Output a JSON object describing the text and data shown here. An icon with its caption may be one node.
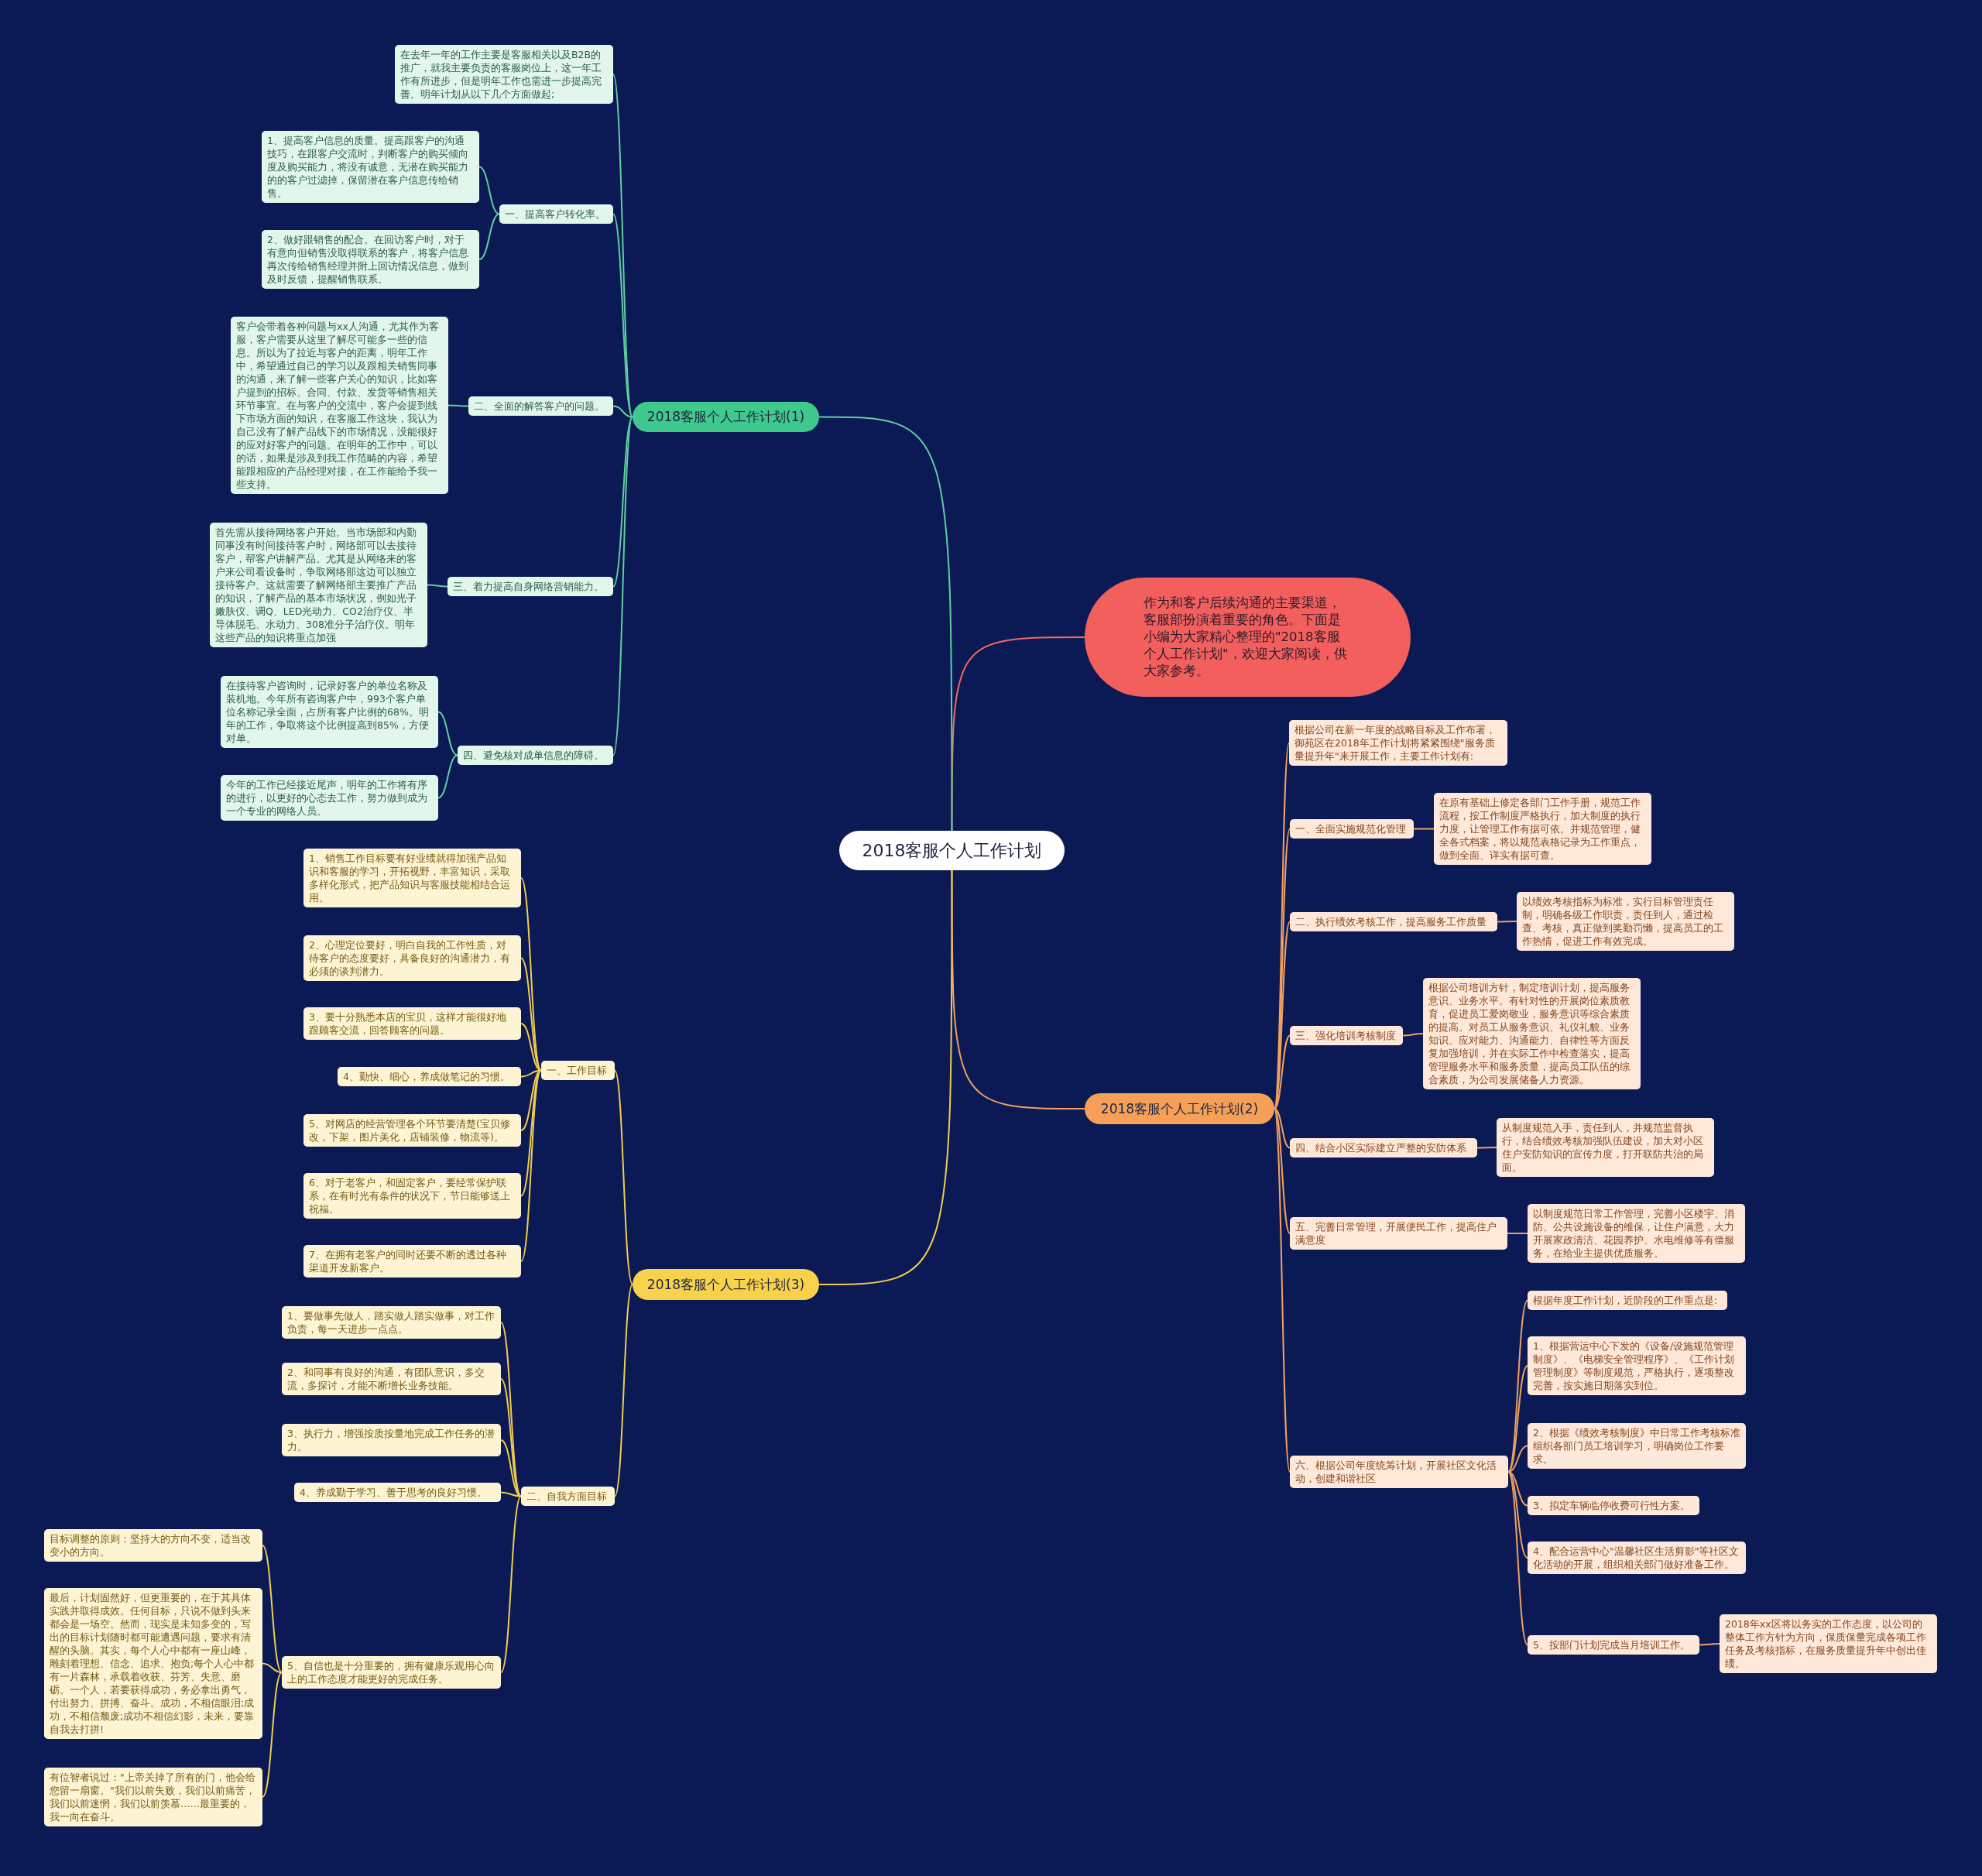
{
  "diagram": {
    "nodes": [
      {
        "text": [
          "2018客服个人工作计划"
        ]
      },
      {
        "text": [
          "作为和客户后续沟通的主要渠道，客服部扮演着重要的角色。下面是小编为大家精心整理的\"2018客服个人工作计划\"，欢迎大家阅读，供大家参考。"
        ]
      },
      {
        "text": [
          "2018客服个人工作计划(1)"
        ]
      },
      {
        "text": [
          "在去年一年的工作主要是客服相关以及B2B的推广，就我主要负责的客服岗位上，这一年工作有所进步，但是明年工作也需进一步提高完善。明年计划从以下几个方面做起;"
        ]
      },
      {
        "text": [
          "一、提高客户转化率。"
        ]
      },
      {
        "text": [
          "1、提高客户信息的质量。提高跟客户的沟通技巧，在跟客户交流时，判断客户的购买倾向度及购买能力，将没有诚意，无潜在购买能力的的客户过滤掉，保留潜在客户信息传给销售。"
        ]
      },
      {
        "text": [
          "2、做好跟销售的配合。在回访客户时，对于有意向但销售没取得联系的客户，将客户信息再次传给销售经理并附上回访情况信息，做到及时反馈，提醒销售联系。"
        ]
      },
      {
        "text": [
          "二、全面的解答客户的问题。"
        ]
      },
      {
        "text": [
          "客户会带着各种问题与xx人沟通，尤其作为客服，客户需要从这里了解尽可能多一些的信息。所以为了拉近与客户的距离，明年工作中，希望通过自己的学习以及跟相关销售同事的沟通，来了解一些客户关心的知识，比如客户提到的招标、合同、付款、发货等销售相关环节事宜。在与客户的交流中，客户会提到线下市场方面的知识，在客服工作这块，我认为自己没有了解产品线下的市场情况，没能很好的应对好客户的问题。在明年的工作中，可以的话，如果是涉及到我工作范畴的内容，希望能跟相应的产品经理对接，在工作能给予我一些支持。"
        ]
      },
      {
        "text": [
          "三、着力提高自身网络营销能力。"
        ]
      },
      {
        "text": [
          "首先需从接待网络客户开始。当市场部和内勤同事没有时间接待客户时，网络部可以去接待客户，帮客户讲解产品。尤其是从网络来的客户来公司看设备时，争取网络部这边可以独立接待客户。这就需要了解网络部主要推广产品的知识，了解产品的基本市场状况，例如光子嫩肤仪、调Q、LED光动力、CO2治疗仪、半导体脱毛、水动力、308准分子治疗仪。明年这些产品的知识将重点加强"
        ]
      },
      {
        "text": [
          "四、避免核对成单信息的障碍。"
        ]
      },
      {
        "text": [
          "在接待客户咨询时，记录好客户的单位名称及装机地。今年所有咨询客户中，993个客户单位名称记录全面，占所有客户比例的68%。明年的工作，争取将这个比例提高到85%，方便对单。"
        ]
      },
      {
        "text": [
          "今年的工作已经接近尾声，明年的工作将有序的进行，以更好的心态去工作，努力做到成为一个专业的网络人员。"
        ]
      },
      {
        "text": [
          "2018客服个人工作计划(2)"
        ]
      },
      {
        "text": [
          "根据公司在新一年度的战略目标及工作布署，御苑区在2018年工作计划将紧紧围绕\"服务质量提升年\"来开展工作，主要工作计划有:"
        ]
      },
      {
        "text": [
          "一、全面实施规范化管理"
        ]
      },
      {
        "text": [
          "在原有基础上修定各部门工作手册，规范工作流程，按工作制度严格执行，加大制度的执行力度，让管理工作有据可依。并规范管理，健全各式档案，将以规范表格记录为工作重点，做到全面、详实有据可查。"
        ]
      },
      {
        "text": [
          "二、执行绩效考核工作，提高服务工作质量"
        ]
      },
      {
        "text": [
          "以绩效考核指标为标准，实行目标管理责任制，明确各级工作职责，责任到人，通过检查、考核，真正做到奖勤罚懒，提高员工的工作热情，促进工作有效完成。"
        ]
      },
      {
        "text": [
          "三、强化培训考核制度"
        ]
      },
      {
        "text": [
          "根据公司培训方针，制定培训计划，提高服务意识、业务水平。有针对性的开展岗位素质教育，促进员工爱岗敬业，服务意识等综合素质的提高。对员工从服务意识、礼仪礼貌、业务知识、应对能力、沟通能力、自律性等方面反复加强培训，并在实际工作中检查落实，提高管理服务水平和服务质量，提高员工队伍的综合素质，为公司发展储备人力资源。"
        ]
      },
      {
        "text": [
          "四、结合小区实际建立严整的安防体系"
        ]
      },
      {
        "text": [
          "从制度规范入手，责任到人，并规范监督执行，结合绩效考核加强队伍建设，加大对小区住户安防知识的宣传力度，打开联防共治的局面。"
        ]
      },
      {
        "text": [
          "五、完善日常管理，开展便民工作，提高住户满意度"
        ]
      },
      {
        "text": [
          "以制度规范日常工作管理，完善小区楼宇、消防、公共设施设备的维保，让住户满意，大力开展家政清洁、花园养护、水电维修等有偿服务，在给业主提供优质服务。"
        ]
      },
      {
        "text": [
          "六、根据公司年度统筹计划，开展社区文化活动，创建和谐社区"
        ]
      },
      {
        "text": [
          "根据年度工作计划，近阶段的工作重点是:"
        ]
      },
      {
        "text": [
          "1、根据营运中心下发的《设备/设施规范管理制度》、《电梯安全管理程序》、《工作计划管理制度》等制度规范，严格执行，逐项整改完善，按实施日期落实到位。"
        ]
      },
      {
        "text": [
          "2、根据《绩效考核制度》中日常工作考核标准组织各部门员工培训学习，明确岗位工作要求。"
        ]
      },
      {
        "text": [
          "3、拟定车辆临停收费可行性方案。"
        ]
      },
      {
        "text": [
          "4、配合运营中心\"温馨社区生活剪影\"等社区文化活动的开展，组织相关部门做好准备工作。"
        ]
      },
      {
        "text": [
          "5、按部门计划完成当月培训工作。"
        ]
      },
      {
        "text": [
          "2018年xx区将以务实的工作态度，以公司的整体工作方针为方向，保质保量完成各项工作任务及考核指标，在服务质量提升年中创出佳绩。"
        ]
      },
      {
        "text": [
          "2018客服个人工作计划(3)"
        ]
      },
      {
        "text": [
          "一、工作目标"
        ]
      },
      {
        "text": [
          "1、销售工作目标要有好业绩就得加强产品知识和客服的学习，开拓视野，丰富知识，采取多样化形式，把产品知识与客服技能相结合运用。"
        ]
      },
      {
        "text": [
          "2、心理定位要好，明白自我的工作性质，对待客户的态度要好，具备良好的沟通潜力，有必须的谈判潜力。"
        ]
      },
      {
        "text": [
          "3、要十分熟悉本店的宝贝，这样才能很好地跟顾客交流，回答顾客的问题。"
        ]
      },
      {
        "text": [
          "4、勤快、细心，养成做笔记的习惯。"
        ]
      },
      {
        "text": [
          "5、对网店的经营管理各个环节要清楚(宝贝修改，下架，图片美化，店铺装修，物流等)。"
        ]
      },
      {
        "text": [
          "6、对于老客户，和固定客户，要经常保护联系，在有时光有条件的状况下，节日能够送上祝福。"
        ]
      },
      {
        "text": [
          "7、在拥有老客户的同时还要不断的透过各种渠道开发新客户。"
        ]
      },
      {
        "text": [
          "二、自我方面目标"
        ]
      },
      {
        "text": [
          "1、要做事先做人，踏实做人踏实做事，对工作负责，每一天进步一点点。"
        ]
      },
      {
        "text": [
          "2、和同事有良好的沟通，有团队意识，多交流，多探讨，才能不断增长业务技能。"
        ]
      },
      {
        "text": [
          "3、执行力，增强按质按量地完成工作任务的潜力。"
        ]
      },
      {
        "text": [
          "4、养成勤于学习、善于思考的良好习惯。"
        ]
      },
      {
        "text": [
          "5、自信也是十分重要的，拥有健康乐观用心向上的工作态度才能更好的完成任务。"
        ]
      },
      {
        "text": [
          "目标调整的原则：坚持大的方向不变，适当改变小的方向。"
        ]
      },
      {
        "text": [
          "最后，计划固然好，但更重要的，在于其具体实践并取得成效。任何目标，只说不做到头来都会是一场空。然而，现实是未知多变的，写出的目标计划随时都可能遭遇问题，要求有清醒的头脑。其实，每个人心中都有一座山峰，雕刻着理想、信念、追求、抱负;每个人心中都有一片森林，承载着收获、芬芳、失意、磨砺。一个人，若要获得成功，务必拿出勇气，付出努力、拼搏、奋斗。成功，不相信眼泪;成功，不相信颓废;成功不相信幻影，未来，要靠自我去打拼!"
        ]
      },
      {
        "text": [
          "有位智者说过：\"上帝关掉了所有的门，他会给您留一扇窗。\"我们以前失败，我们以前痛苦，我们以前迷惘，我们以前羡慕……最重要的，我一向在奋斗。"
        ]
      }
    ],
    "edges": [
      {
        "from": 0,
        "to": 1,
        "arrow": "none",
        "color": "#f06a5e"
      },
      {
        "from": 0,
        "to": 2,
        "arrow": "none",
        "color": "#5fcf9f"
      },
      {
        "from": 2,
        "to": 3,
        "arrow": "none",
        "color": "#5fcf9f"
      },
      {
        "from": 2,
        "to": 4,
        "arrow": "none",
        "color": "#5fcf9f"
      },
      {
        "from": 4,
        "to": 5,
        "arrow": "none",
        "color": "#5fcf9f"
      },
      {
        "from": 4,
        "to": 6,
        "arrow": "none",
        "color": "#5fcf9f"
      },
      {
        "from": 2,
        "to": 7,
        "arrow": "none",
        "color": "#5fcf9f"
      },
      {
        "from": 7,
        "to": 8,
        "arrow": "none",
        "color": "#5fcf9f"
      },
      {
        "from": 2,
        "to": 9,
        "arrow": "none",
        "color": "#5fcf9f"
      },
      {
        "from": 9,
        "to": 10,
        "arrow": "none",
        "color": "#5fcf9f"
      },
      {
        "from": 2,
        "to": 11,
        "arrow": "none",
        "color": "#5fcf9f"
      },
      {
        "from": 11,
        "to": 12,
        "arrow": "none",
        "color": "#5fcf9f"
      },
      {
        "from": 11,
        "to": 13,
        "arrow": "none",
        "color": "#5fcf9f"
      },
      {
        "from": 0,
        "to": 14,
        "arrow": "none",
        "color": "#f0a060"
      },
      {
        "from": 14,
        "to": 15,
        "arrow": "none",
        "color": "#f0a060"
      },
      {
        "from": 14,
        "to": 16,
        "arrow": "none",
        "color": "#f0a060"
      },
      {
        "from": 16,
        "to": 17,
        "arrow": "none",
        "color": "#f0a060"
      },
      {
        "from": 14,
        "to": 18,
        "arrow": "none",
        "color": "#f0a060"
      },
      {
        "from": 18,
        "to": 19,
        "arrow": "none",
        "color": "#f0a060"
      },
      {
        "from": 14,
        "to": 20,
        "arrow": "none",
        "color": "#f0a060"
      },
      {
        "from": 20,
        "to": 21,
        "arrow": "none",
        "color": "#f0a060"
      },
      {
        "from": 14,
        "to": 22,
        "arrow": "none",
        "color": "#f0a060"
      },
      {
        "from": 22,
        "to": 23,
        "arrow": "none",
        "color": "#f0a060"
      },
      {
        "from": 14,
        "to": 24,
        "arrow": "none",
        "color": "#f0a060"
      },
      {
        "from": 24,
        "to": 25,
        "arrow": "none",
        "color": "#f0a060"
      },
      {
        "from": 14,
        "to": 26,
        "arrow": "none",
        "color": "#f0a060"
      },
      {
        "from": 26,
        "to": 27,
        "arrow": "none",
        "color": "#f0a060"
      },
      {
        "from": 26,
        "to": 28,
        "arrow": "none",
        "color": "#f0a060"
      },
      {
        "from": 26,
        "to": 29,
        "arrow": "none",
        "color": "#f0a060"
      },
      {
        "from": 26,
        "to": 30,
        "arrow": "none",
        "color": "#f0a060"
      },
      {
        "from": 26,
        "to": 31,
        "arrow": "none",
        "color": "#f0a060"
      },
      {
        "from": 26,
        "to": 32,
        "arrow": "none",
        "color": "#f0a060"
      },
      {
        "from": 32,
        "to": 33,
        "arrow": "none",
        "color": "#f0a060"
      },
      {
        "from": 0,
        "to": 34,
        "arrow": "none",
        "color": "#f2cc4e"
      },
      {
        "from": 34,
        "to": 35,
        "arrow": "none",
        "color": "#f2cc4e"
      },
      {
        "from": 35,
        "to": 36,
        "arrow": "none",
        "color": "#f2cc4e"
      },
      {
        "from": 35,
        "to": 37,
        "arrow": "none",
        "color": "#f2cc4e"
      },
      {
        "from": 35,
        "to": 38,
        "arrow": "none",
        "color": "#f2cc4e"
      },
      {
        "from": 35,
        "to": 39,
        "arrow": "none",
        "color": "#f2cc4e"
      },
      {
        "from": 35,
        "to": 40,
        "arrow": "none",
        "color": "#f2cc4e"
      },
      {
        "from": 35,
        "to": 41,
        "arrow": "none",
        "color": "#f2cc4e"
      },
      {
        "from": 35,
        "to": 42,
        "arrow": "none",
        "color": "#f2cc4e"
      },
      {
        "from": 34,
        "to": 43,
        "arrow": "none",
        "color": "#f2cc4e"
      },
      {
        "from": 43,
        "to": 44,
        "arrow": "none",
        "color": "#f2cc4e"
      },
      {
        "from": 43,
        "to": 45,
        "arrow": "none",
        "color": "#f2cc4e"
      },
      {
        "from": 43,
        "to": 46,
        "arrow": "none",
        "color": "#f2cc4e"
      },
      {
        "from": 43,
        "to": 47,
        "arrow": "none",
        "color": "#f2cc4e"
      },
      {
        "from": 43,
        "to": 48,
        "arrow": "none",
        "color": "#f2cc4e"
      },
      {
        "from": 48,
        "to": 49,
        "arrow": "none",
        "color": "#f2cc4e"
      },
      {
        "from": 48,
        "to": 50,
        "arrow": "none",
        "color": "#f2cc4e"
      },
      {
        "from": 48,
        "to": 51,
        "arrow": "none",
        "color": "#f2cc4e"
      }
    ]
  }
}
